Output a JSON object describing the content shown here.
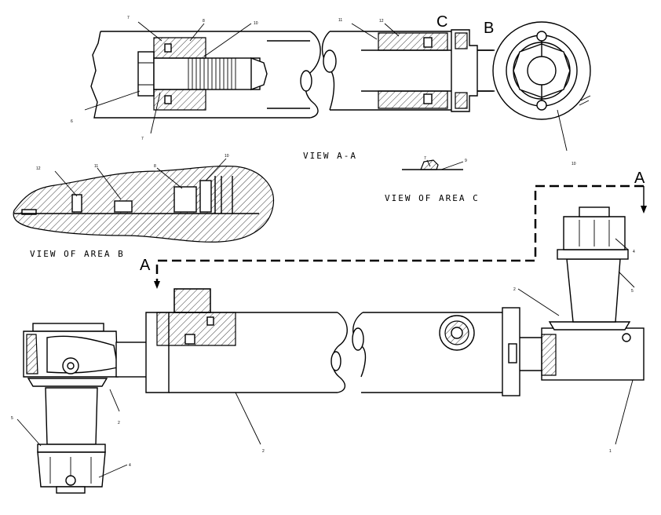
{
  "views": {
    "view_aa": "VIEW A-A",
    "view_area_b": "VIEW OF AREA B",
    "view_area_c": "VIEW OF AREA C"
  },
  "markers": {
    "a_top": "A",
    "a_left": "A",
    "b": "B",
    "c": "C"
  },
  "callouts": {
    "aa_7_top": "7",
    "aa_8": "8",
    "aa_10_top": "10",
    "aa_6": "6",
    "aa_7_bottom": "7",
    "aa_11": "11",
    "aa_12": "12",
    "aa_10_right": "10",
    "b_12": "12",
    "b_11": "11",
    "b_8": "8",
    "b_10": "10",
    "c_7": "7",
    "c_9": "9",
    "m_2_left": "2",
    "m_5_left": "5",
    "m_4_left": "4",
    "m_2_body": "2",
    "m_2_right": "2",
    "m_4_right": "4",
    "m_5_right": "5",
    "m_1": "1"
  }
}
